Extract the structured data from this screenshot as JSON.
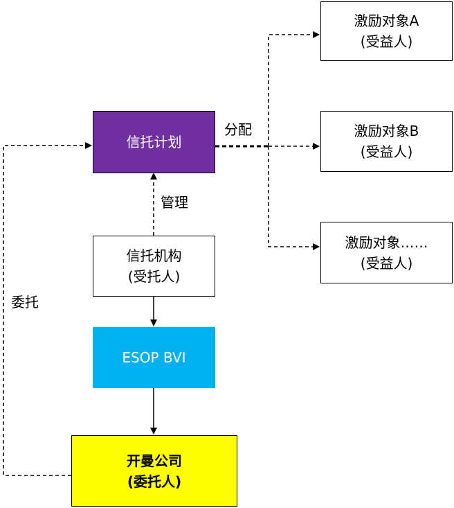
{
  "nodes": {
    "trust_plan": {
      "lines": [
        "信托计划"
      ],
      "fill": "#7030A0",
      "text_color": "#FFFFFF"
    },
    "trustee": {
      "lines": [
        "信托机构",
        "(受托人)"
      ],
      "fill": "#FFFFFF",
      "text_color": "#000000"
    },
    "esop_bvi": {
      "lines": [
        "ESOP BVI"
      ],
      "fill": "#00B0F0",
      "text_color": "#FFFFFF"
    },
    "company": {
      "lines": [
        "开曼公司",
        "(委托人)"
      ],
      "fill": "#FFFF00",
      "text_color": "#000000"
    },
    "target_a": {
      "lines": [
        "激励对象A",
        "(受益人)"
      ],
      "fill": "#FFFFFF",
      "text_color": "#000000"
    },
    "target_b": {
      "lines": [
        "激励对象B",
        "(受益人)"
      ],
      "fill": "#FFFFFF",
      "text_color": "#000000"
    },
    "target_more": {
      "lines": [
        "激励对象……",
        "(受益人)"
      ],
      "fill": "#FFFFFF",
      "text_color": "#000000"
    }
  },
  "edges": {
    "allocate_label": "分配",
    "manage_label": "管理",
    "entrust_label": "委托"
  }
}
